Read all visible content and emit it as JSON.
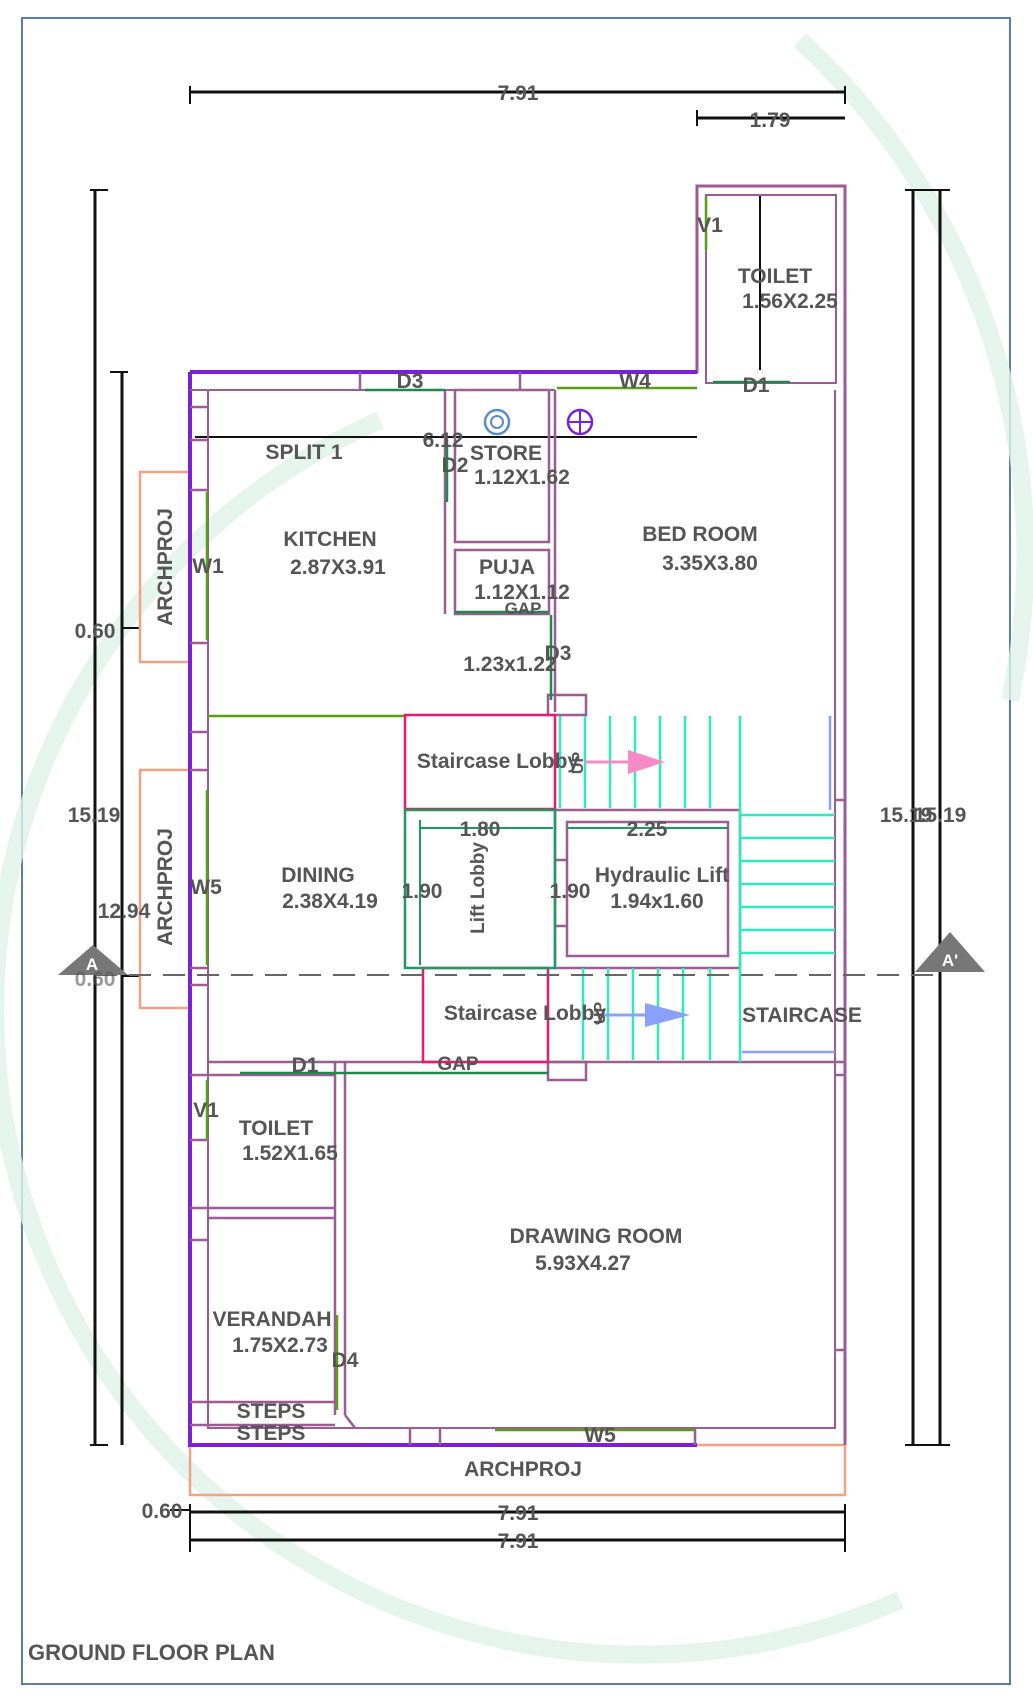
{
  "title": "GROUND FLOOR PLAN",
  "rooms": {
    "toilet_top": {
      "name": "TOILET",
      "size": "1.56X2.25"
    },
    "kitchen": {
      "name": "KITCHEN",
      "size": "2.87X3.91"
    },
    "store": {
      "name": "STORE",
      "size": "1.12X1.62"
    },
    "puja": {
      "name": "PUJA",
      "size": "1.12X1.12"
    },
    "bedroom": {
      "name": "BED ROOM",
      "size": "3.35X3.80"
    },
    "gap_top": {
      "name": "GAP",
      "size": "1.23x1.22"
    },
    "dining": {
      "name": "DINING",
      "size": "2.38X4.19"
    },
    "hydraulic_lift": {
      "name": "Hydraulic Lift",
      "size": "1.94x1.60"
    },
    "lift_lobby": {
      "name": "Lift Lobby"
    },
    "staircase_lobby_upper": {
      "name": "Staircase Lobby",
      "up": "UP"
    },
    "staircase_lobby_lower": {
      "name": "Staircase Lobby",
      "up": "UP"
    },
    "staircase": {
      "name": "STAIRCASE"
    },
    "toilet_bottom": {
      "name": "TOILET",
      "size": "1.52X1.65"
    },
    "drawing_room": {
      "name": "DRAWING ROOM",
      "size": "5.93X4.27"
    },
    "verandah": {
      "name": "VERANDAH",
      "size": "1.75X2.73"
    },
    "steps": [
      "STEPS",
      "STEPS"
    ],
    "gap_bottom": "GAP",
    "split": "SPLIT 1"
  },
  "openings": {
    "d1_top": "D1",
    "d1_bottom": "D1",
    "d2": "D2",
    "d3_top": "D3",
    "d3_mid": "D3",
    "d4": "D4",
    "w1": "W1",
    "w4": "W4",
    "w5_left": "W5",
    "w5_bottom": "W5",
    "v1_top": "V1",
    "v1_bottom": "V1"
  },
  "projections": {
    "left_top": "ARCHPROJ",
    "left_bottom": "ARCHPROJ",
    "bottom": "ARCHPROJ"
  },
  "dimensions": {
    "top_width": "7.91",
    "top_toilet": "1.79",
    "split_len": "6.12",
    "left_outer": "15.19",
    "left_inner": "12.94",
    "left_proj": "0.60",
    "left_proj_b": "0.60",
    "right_outer": "15.19",
    "right_inner": "15.19",
    "lift_lobby_w": "1.80",
    "lift_w": "2.25",
    "lift_lobby_h": "1.90",
    "lift_h": "1.90",
    "bottom_proj": "0.60",
    "bottom_w1": "7.91",
    "bottom_w2": "7.91"
  },
  "section_markers": {
    "left": "A",
    "right": "A'"
  },
  "colors": {
    "wall": "#9b5c96",
    "outer": "#7b1fd8",
    "window": "#5a9e14",
    "door": "#1c8a48",
    "stair": "#2ee8c0",
    "lobby": "#e8196e",
    "proj": "#f0a282",
    "dim": "#111111",
    "text": "#555555",
    "frame": "#5b7fa8"
  }
}
